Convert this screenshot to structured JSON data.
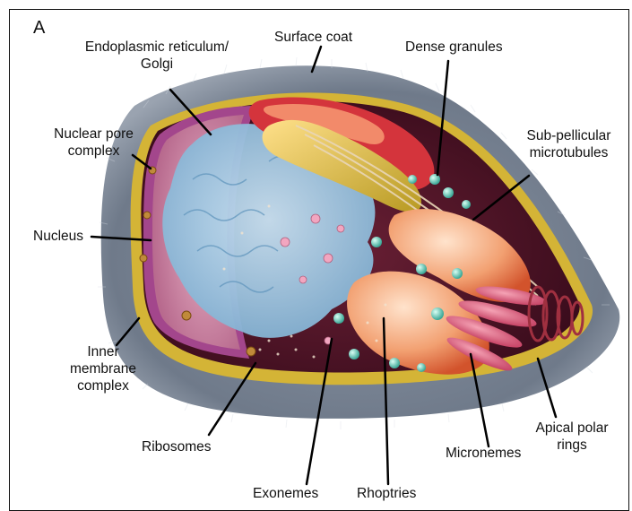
{
  "figure": {
    "panel_letter": "A",
    "labels": {
      "er_golgi_line1": "Endoplasmic reticulum/",
      "er_golgi_line2": "Golgi",
      "surface_coat": "Surface coat",
      "dense_granules": "Dense granules",
      "nuclear_pore_line1": "Nuclear pore",
      "nuclear_pore_line2": "complex",
      "subpellicular_line1": "Sub-pellicular",
      "subpellicular_line2": "microtubules",
      "nucleus": "Nucleus",
      "imc_line1": "Inner",
      "imc_line2": "membrane",
      "imc_line3": "complex",
      "ribosomes": "Ribosomes",
      "apical_line1": "Apical polar",
      "apical_line2": "rings",
      "micronemes": "Micronemes",
      "exonemes": "Exonemes",
      "rhoptries": "Rhoptries"
    }
  }
}
